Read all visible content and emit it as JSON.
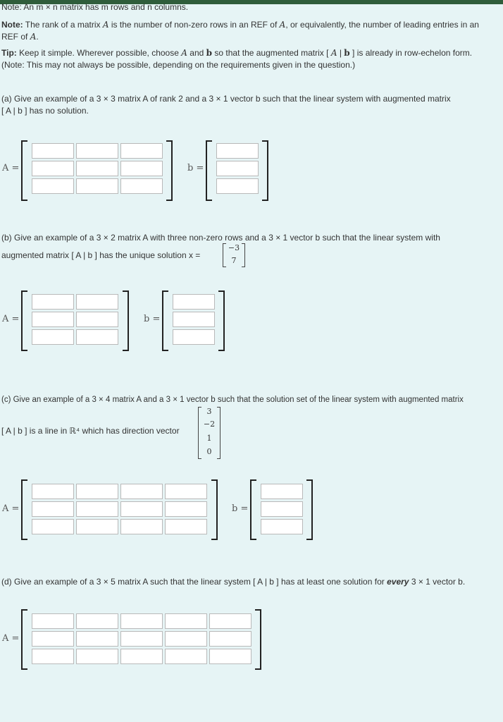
{
  "notes": {
    "note1": "Note: An m × n matrix has m rows and n columns.",
    "note2_label": "Note:",
    "note2_text_1": "The rank of a matrix",
    "note2_text_2": "is the number of non-zero rows in an REF of",
    "note2_text_3": ", or equivalently, the number of leading entries in an",
    "note2_text_4": "REF of",
    "tip_label": "Tip:",
    "tip_text_1": "Keep it simple. Wherever possible, choose",
    "tip_text_2": "and",
    "tip_text_3": "so that the augmented matrix",
    "tip_text_4": "is already in row-echelon form.",
    "tip_text_5": "(Note: This may not always be possible, depending on the requirements given in the question.)"
  },
  "questions": {
    "a": {
      "line1": "(a) Give an example of a 3 × 3 matrix A of rank 2 and a 3 × 1 vector b such that the linear system with augmented matrix",
      "line2": "[ A | b ] has no solution."
    },
    "b": {
      "line1": "(b) Give an example of a 3 × 2 matrix A with three non-zero rows and a 3 × 1 vector b such that the linear system with",
      "line2": "augmented matrix [ A | b ] has the unique solution x =",
      "solution": [
        "−3",
        "7"
      ]
    },
    "c": {
      "line1": "(c) Give an example of a 3 × 4 matrix A and a 3 × 1 vector b such that the solution set of the linear system with augmented matrix",
      "line2": "[ A | b ] is a line in ℝ⁴ which has direction vector",
      "direction": [
        "3",
        "−2",
        "1",
        "0"
      ]
    },
    "d": {
      "line1_a": "(d) Give an example of a 3 × 5 matrix A such that the linear system [ A | b ] has at least one solution for",
      "line1_every": "every",
      "line1_b": "3 × 1 vector b."
    }
  },
  "labels": {
    "A": "A =",
    "b": "b ="
  }
}
